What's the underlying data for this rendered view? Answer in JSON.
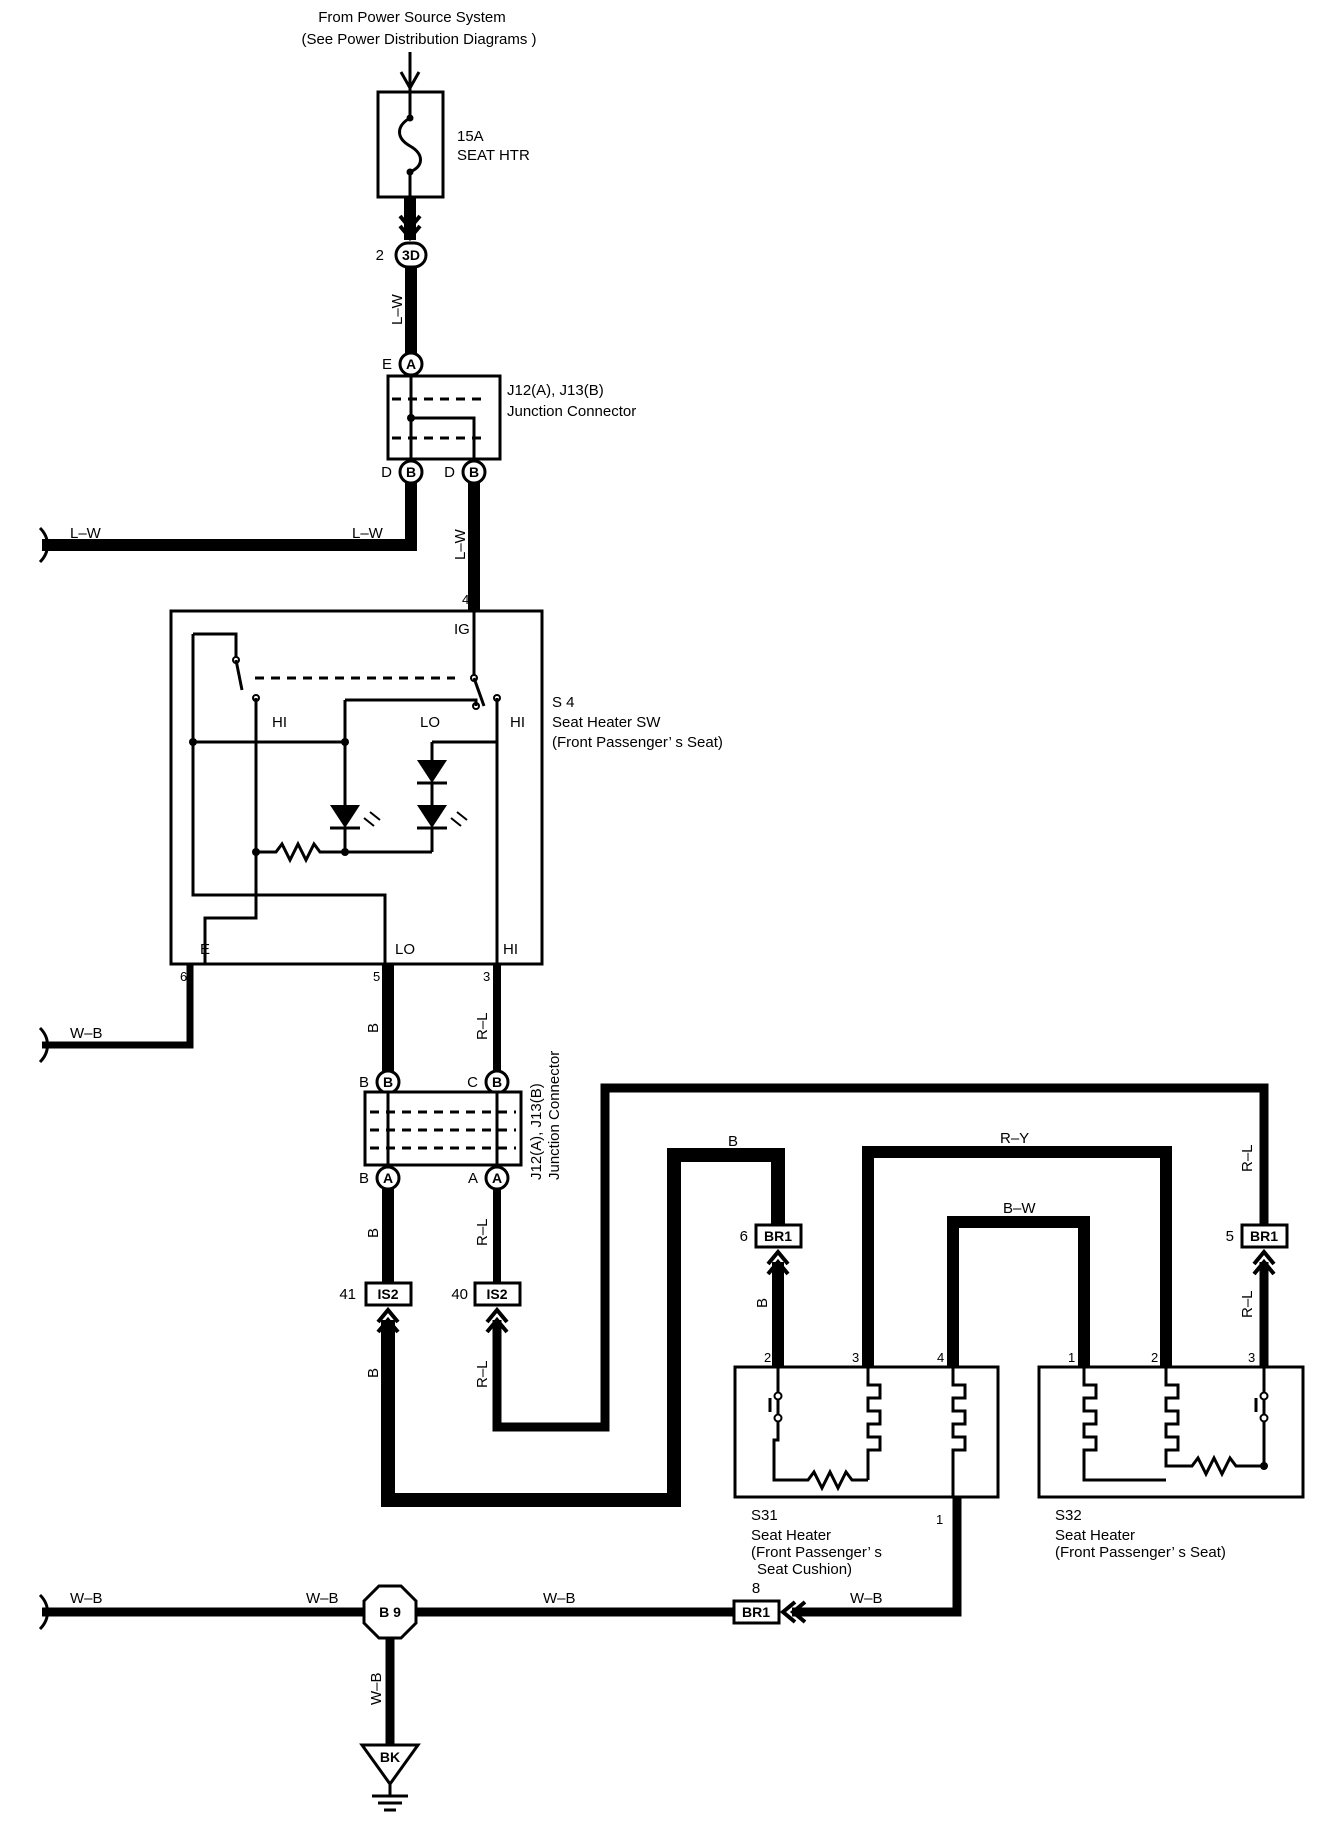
{
  "colors": {
    "ink": "#000000",
    "background": "#ffffff"
  },
  "source": {
    "line1": "From Power Source System",
    "line2": "(See Power Distribution Diagrams )"
  },
  "fuse": {
    "rating": "15A",
    "name": "SEAT HTR"
  },
  "conn_3d": {
    "pin": "2",
    "label": "3D"
  },
  "wires": {
    "lw": "L–W",
    "wb": "W–B",
    "b": "B",
    "rl": "R–L",
    "ry": "R–Y",
    "bw": "B–W"
  },
  "junction_top": {
    "title": "J12(A), J13(B)",
    "subtitle": "Junction Connector",
    "in_pin": "E",
    "in_conn": "A",
    "out1_pin": "D",
    "out1_conn": "B",
    "out2_pin": "D",
    "out2_conn": "B"
  },
  "switch": {
    "id": "S 4",
    "name": "Seat Heater SW",
    "sub": "(Front Passenger’ s Seat)",
    "ig": "IG",
    "hi": "HI",
    "lo": "LO",
    "e": "E",
    "pin_ig": "4",
    "pin_e": "6",
    "pin_lo": "5",
    "pin_hi": "3"
  },
  "junction_mid": {
    "title": "J12(A), J13(B)",
    "subtitle": "Junction Connector",
    "top_left_pin": "B",
    "top_left_conn": "B",
    "top_right_pin": "C",
    "top_right_conn": "B",
    "bot_left_pin": "B",
    "bot_left_conn": "A",
    "bot_right_pin": "A",
    "bot_right_conn": "A"
  },
  "is2": {
    "label": "IS2",
    "pin_left": "41",
    "pin_right": "40"
  },
  "br1": {
    "label": "BR1",
    "pin6": "6",
    "pin5": "5",
    "pin8": "8"
  },
  "s31": {
    "id": "S31",
    "name": "Seat Heater",
    "sub1": "(Front Passenger’ s",
    "sub2": "Seat Cushion)",
    "p2": "2",
    "p3": "3",
    "p4": "4",
    "p1": "1"
  },
  "s32": {
    "id": "S32",
    "name": "Seat Heater",
    "sub": "(Front Passenger’ s Seat)",
    "p1": "1",
    "p2": "2",
    "p3": "3"
  },
  "ground_point": {
    "label": "B 9"
  },
  "ground": {
    "label": "BK"
  }
}
